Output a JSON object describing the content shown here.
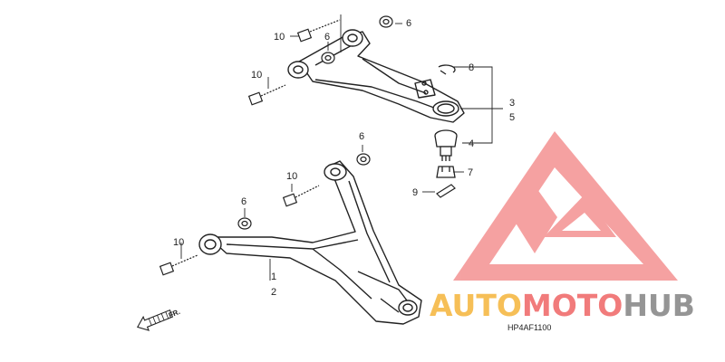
{
  "callouts": {
    "c10a": "10",
    "c6a": "6",
    "c6b": "6",
    "c10b": "10",
    "c8": "8",
    "c3": "3",
    "c5": "5",
    "c4": "4",
    "c6c": "6",
    "c10c": "10",
    "c7": "7",
    "c9": "9",
    "c6d": "6",
    "c10d": "10",
    "c1": "1",
    "c2": "2"
  },
  "diagram_code": "HP4AF1100",
  "direction_label": "FR.",
  "watermark": {
    "part1": "AUTO",
    "part2": "MOTO",
    "part3": "HUB",
    "color1": "#f5b53a",
    "color2": "#ef6464",
    "color3": "#8a8a8a",
    "logo_color": "#ef6464"
  }
}
